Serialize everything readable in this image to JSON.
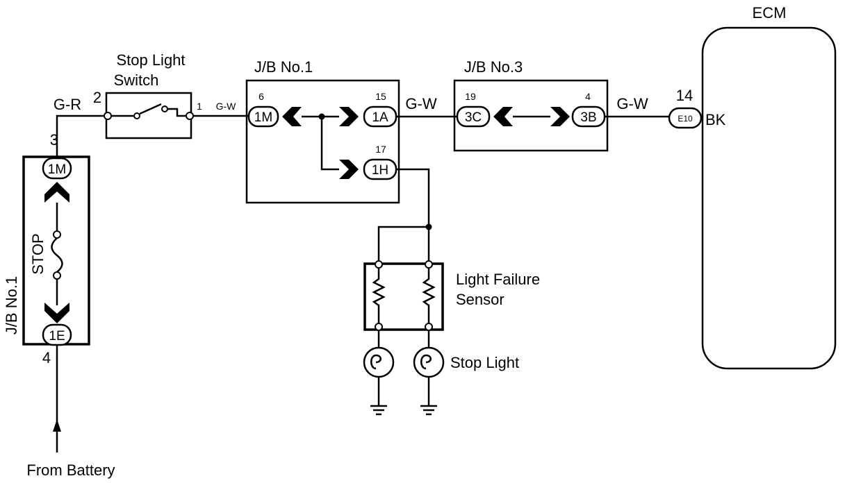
{
  "ecm": {
    "title": "ECM",
    "pin": "14",
    "connector": "E10",
    "wire": "BK"
  },
  "battery": {
    "label": "From Battery"
  },
  "jb1_left": {
    "name": "J/B No.1",
    "fuse": "STOP",
    "top_pin": "3",
    "top_connector": "1M",
    "bottom_pin": "4",
    "bottom_connector": "1E"
  },
  "wires": {
    "g_r": "G-R",
    "g_w_small": "G-W",
    "g_w_1": "G-W",
    "g_w_2": "G-W"
  },
  "stop_light_switch": {
    "line1": "Stop Light",
    "line2": "Switch",
    "pin_in": "2",
    "pin_out": "1"
  },
  "jb1_mid": {
    "name": "J/B No.1",
    "c1_pin": "6",
    "c1": "1M",
    "c2_pin": "15",
    "c2": "1A",
    "c3_pin": "17",
    "c3": "1H"
  },
  "jb3": {
    "name": "J/B No.3",
    "c1_pin": "19",
    "c1": "3C",
    "c2_pin": "4",
    "c2": "3B"
  },
  "light_failure_sensor": {
    "line1": "Light Failure",
    "line2": "Sensor"
  },
  "stop_light": {
    "label": "Stop Light"
  }
}
